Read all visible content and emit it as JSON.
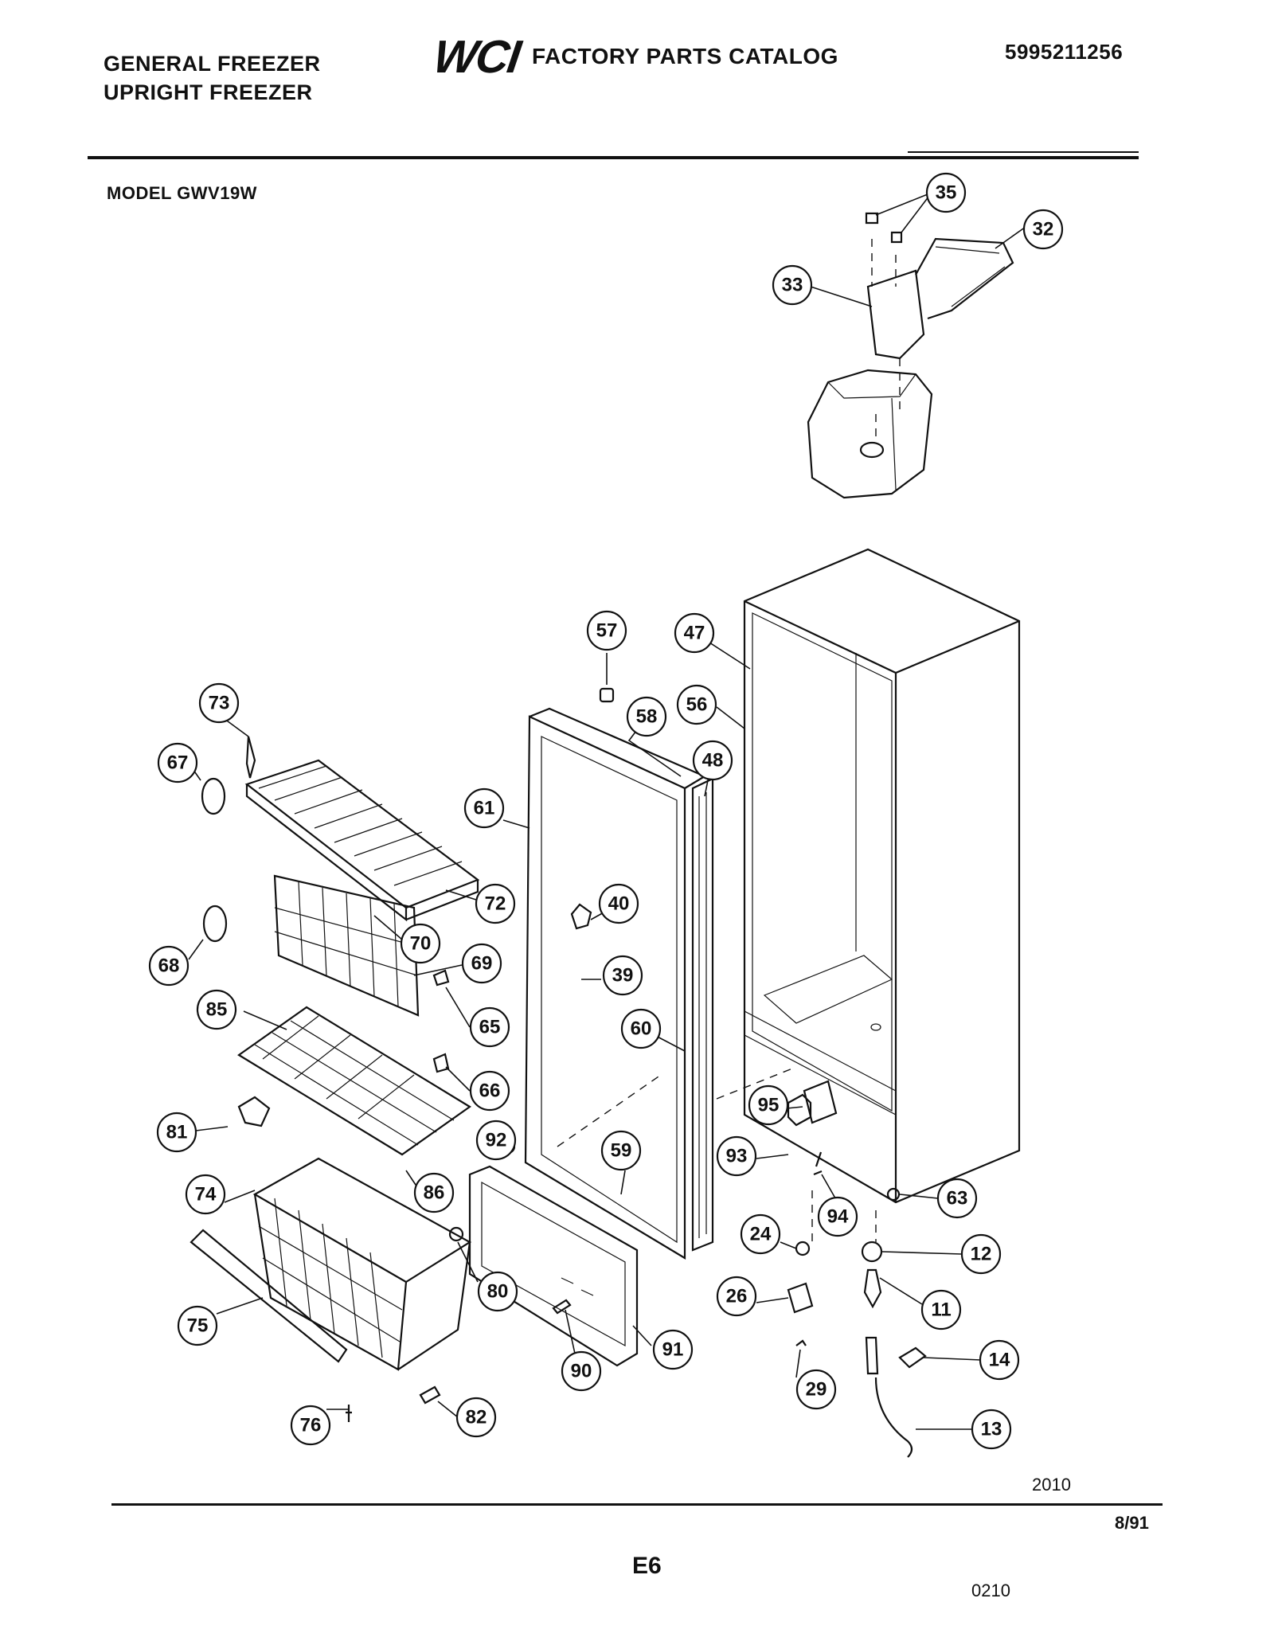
{
  "header": {
    "brand_line1": "GENERAL FREEZER",
    "brand_line2": "UPRIGHT FREEZER",
    "logo": "WCI",
    "catalog_title": "FACTORY PARTS CATALOG",
    "catalog_number": "5995211256",
    "model": "MODEL GWV19W"
  },
  "callouts": [
    "35",
    "32",
    "33",
    "57",
    "47",
    "56",
    "58",
    "48",
    "73",
    "67",
    "61",
    "72",
    "40",
    "70",
    "68",
    "69",
    "39",
    "65",
    "85",
    "60",
    "66",
    "95",
    "81",
    "92",
    "59",
    "93",
    "63",
    "74",
    "86",
    "94",
    "24",
    "12",
    "80",
    "26",
    "11",
    "91",
    "14",
    "75",
    "90",
    "29",
    "76",
    "82",
    "13"
  ],
  "footer": {
    "figure_id": "2010",
    "page_id": "E6",
    "date": "8/91",
    "code": "0210"
  }
}
